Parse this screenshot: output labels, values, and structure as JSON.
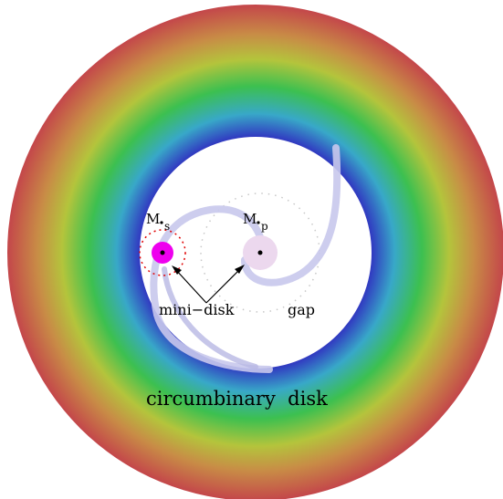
{
  "labels": {
    "secondary": "M",
    "secondary_sub": "s",
    "primary": "M",
    "primary_sub": "p",
    "mini_disk": "mini−disk",
    "gap": "gap",
    "circumbinary": "circumbinary  disk"
  },
  "colors": {
    "ring_gradient": [
      "#3333c4",
      "#38a8c8",
      "#3cc050",
      "#b4c43c",
      "#c88c46",
      "#c4464a"
    ],
    "secondary_disk": "#ee00ee",
    "primary_disk": "#ecd8ee",
    "spiral": "#c8c8ec",
    "orbit_secondary": "#e00000",
    "orbit_primary": "#c8c8c8"
  }
}
